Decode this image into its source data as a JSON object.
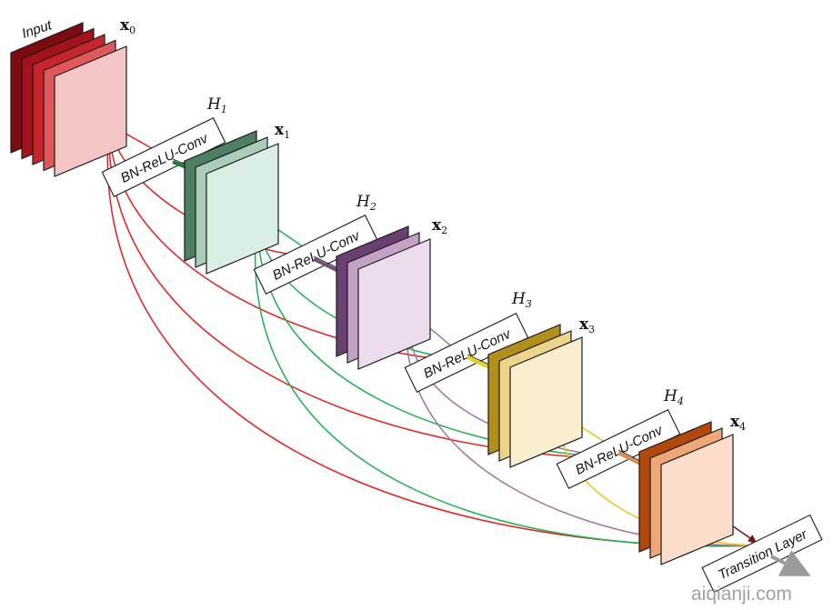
{
  "input_label": "Input",
  "stages": [
    {
      "x_base": "x",
      "x_sub": "0",
      "colors": [
        "#7d0b12",
        "#a4121b",
        "#c8242b",
        "#e0595a",
        "#f6c6c6"
      ]
    },
    {
      "h_base": "H",
      "h_sub": "1",
      "conv_label": "BN-ReLU-Conv",
      "conv_connector_color": "#1f7a3a",
      "x_base": "x",
      "x_sub": "1",
      "colors": [
        "#4f7f62",
        "#a9cdb9",
        "#dbeee4"
      ]
    },
    {
      "h_base": "H",
      "h_sub": "2",
      "conv_label": "BN-ReLU-Conv",
      "conv_connector_color": "#7a4a7e",
      "x_base": "x",
      "x_sub": "2",
      "colors": [
        "#6a3f72",
        "#c3a2c6",
        "#ecdcee"
      ]
    },
    {
      "h_base": "H",
      "h_sub": "3",
      "conv_label": "BN-ReLU-Conv",
      "conv_connector_color": "#e4d21f",
      "x_base": "x",
      "x_sub": "3",
      "colors": [
        "#b28e1b",
        "#ecd58a",
        "#f9efcf"
      ]
    },
    {
      "h_base": "H",
      "h_sub": "4",
      "conv_label": "BN-ReLU-Conv",
      "conv_connector_color": "#d98a52",
      "x_base": "x",
      "x_sub": "4",
      "colors": [
        "#b2480b",
        "#eea878",
        "#fcdccb"
      ]
    }
  ],
  "transition_label": "Transition Layer",
  "watermark": "aiqianji.com",
  "connection_colors": {
    "from_x0": "#ec1c1c",
    "from_x1": "#19b24a",
    "from_x2": "#a56ea6",
    "from_x3": "#f2c00f",
    "from_x4": "#7a1010"
  }
}
